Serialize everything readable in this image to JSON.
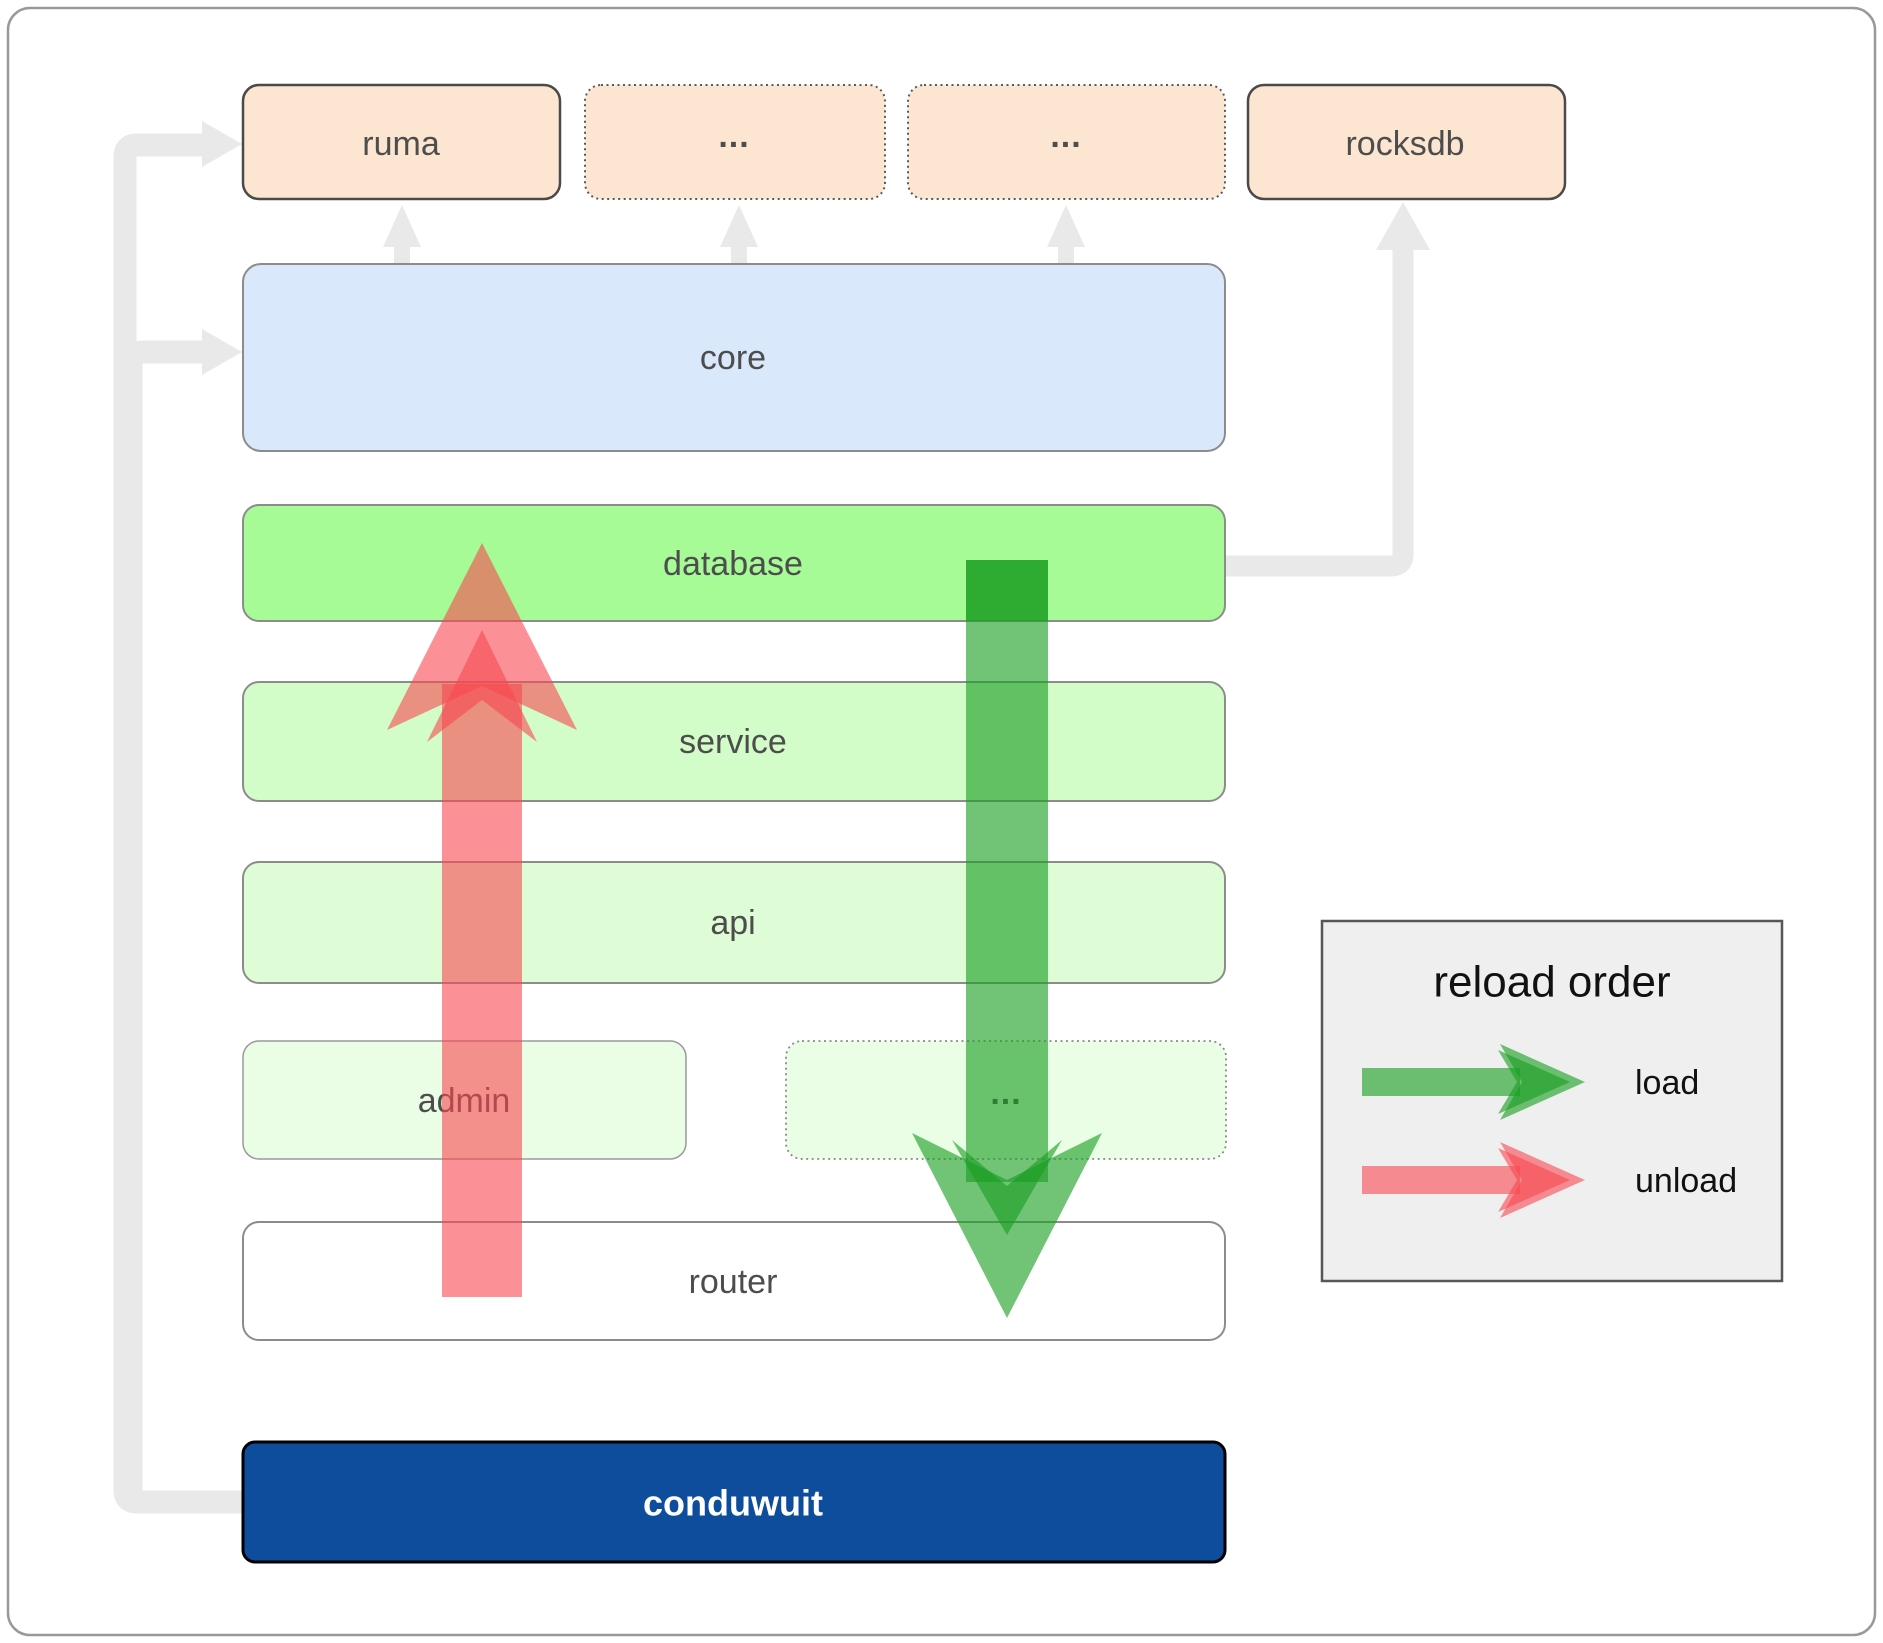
{
  "nodes": {
    "ruma": "ruma",
    "ellipsis_top_1": "...",
    "ellipsis_top_2": "...",
    "rocksdb": "rocksdb",
    "core": "core",
    "database": "database",
    "service": "service",
    "api": "api",
    "admin": "admin",
    "ellipsis_admin_row": "...",
    "router": "router",
    "conduwuit": "conduwuit"
  },
  "legend": {
    "title": "reload order",
    "load_label": "load",
    "unload_label": "unload"
  },
  "colors": {
    "peach": "#fce6d1",
    "core_blue": "#dae8fc",
    "database_green": "#a7fb97",
    "service_green": "#d2fdc9",
    "api_green": "#defdd6",
    "admin_green": "#eafde5",
    "router_white": "#ffffff",
    "conduwuit_blue": "#0d4d9c",
    "connector_gray": "#e9e9e9",
    "load_green": "#1a9e22",
    "unload_red": "#f84850",
    "legend_bg": "#efefef"
  }
}
